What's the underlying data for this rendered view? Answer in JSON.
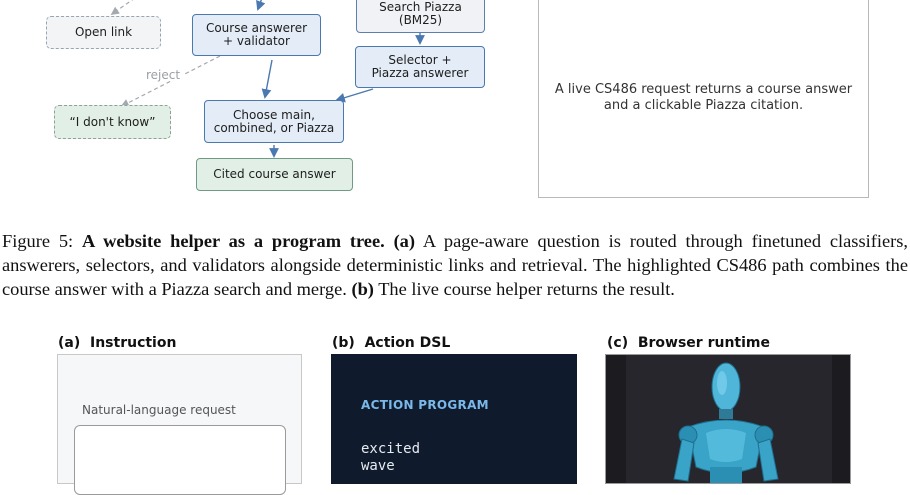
{
  "diagram": {
    "nodes": {
      "open_link": "Open link",
      "course_answerer": "Course answerer\n+ validator",
      "search_piazza": "Search Piazza\n(BM25)",
      "selector": "Selector +\nPiazza answerer",
      "i_dont_know": "“I don't know”",
      "choose": "Choose main,\ncombined, or Piazza",
      "cited_answer": "Cited course answer"
    },
    "edge_label_reject": "reject",
    "colors": {
      "blue_fill": "#e3ecf7",
      "blue_stroke": "#4a78b0",
      "green_fill": "#e2efe6",
      "dashed_grey": "#9aa4b0"
    }
  },
  "right_panel_text": "A live CS486 request returns a course answer\nand a clickable Piazza citation.",
  "caption": {
    "prefix": "Figure 5: ",
    "bold_title": "A website helper as a program tree.",
    "part_a_label": "(a)",
    "part_a_text": " A page-aware question is routed through finetuned classifiers, answerers, selectors, and validators alongside deterministic links and retrieval.  The highlighted CS486 path combines the course answer with a Piazza search and merge. ",
    "part_b_label": "(b)",
    "part_b_text": " The live course helper returns the result."
  },
  "bottom": {
    "a_title": "(a)  Instruction",
    "b_title": "(b)  Action DSL",
    "c_title": "(c)  Browser runtime",
    "a_field_label": "Natural-language request",
    "b_program_heading": "ACTION PROGRAM",
    "b_lines": [
      "excited",
      "wave"
    ]
  }
}
